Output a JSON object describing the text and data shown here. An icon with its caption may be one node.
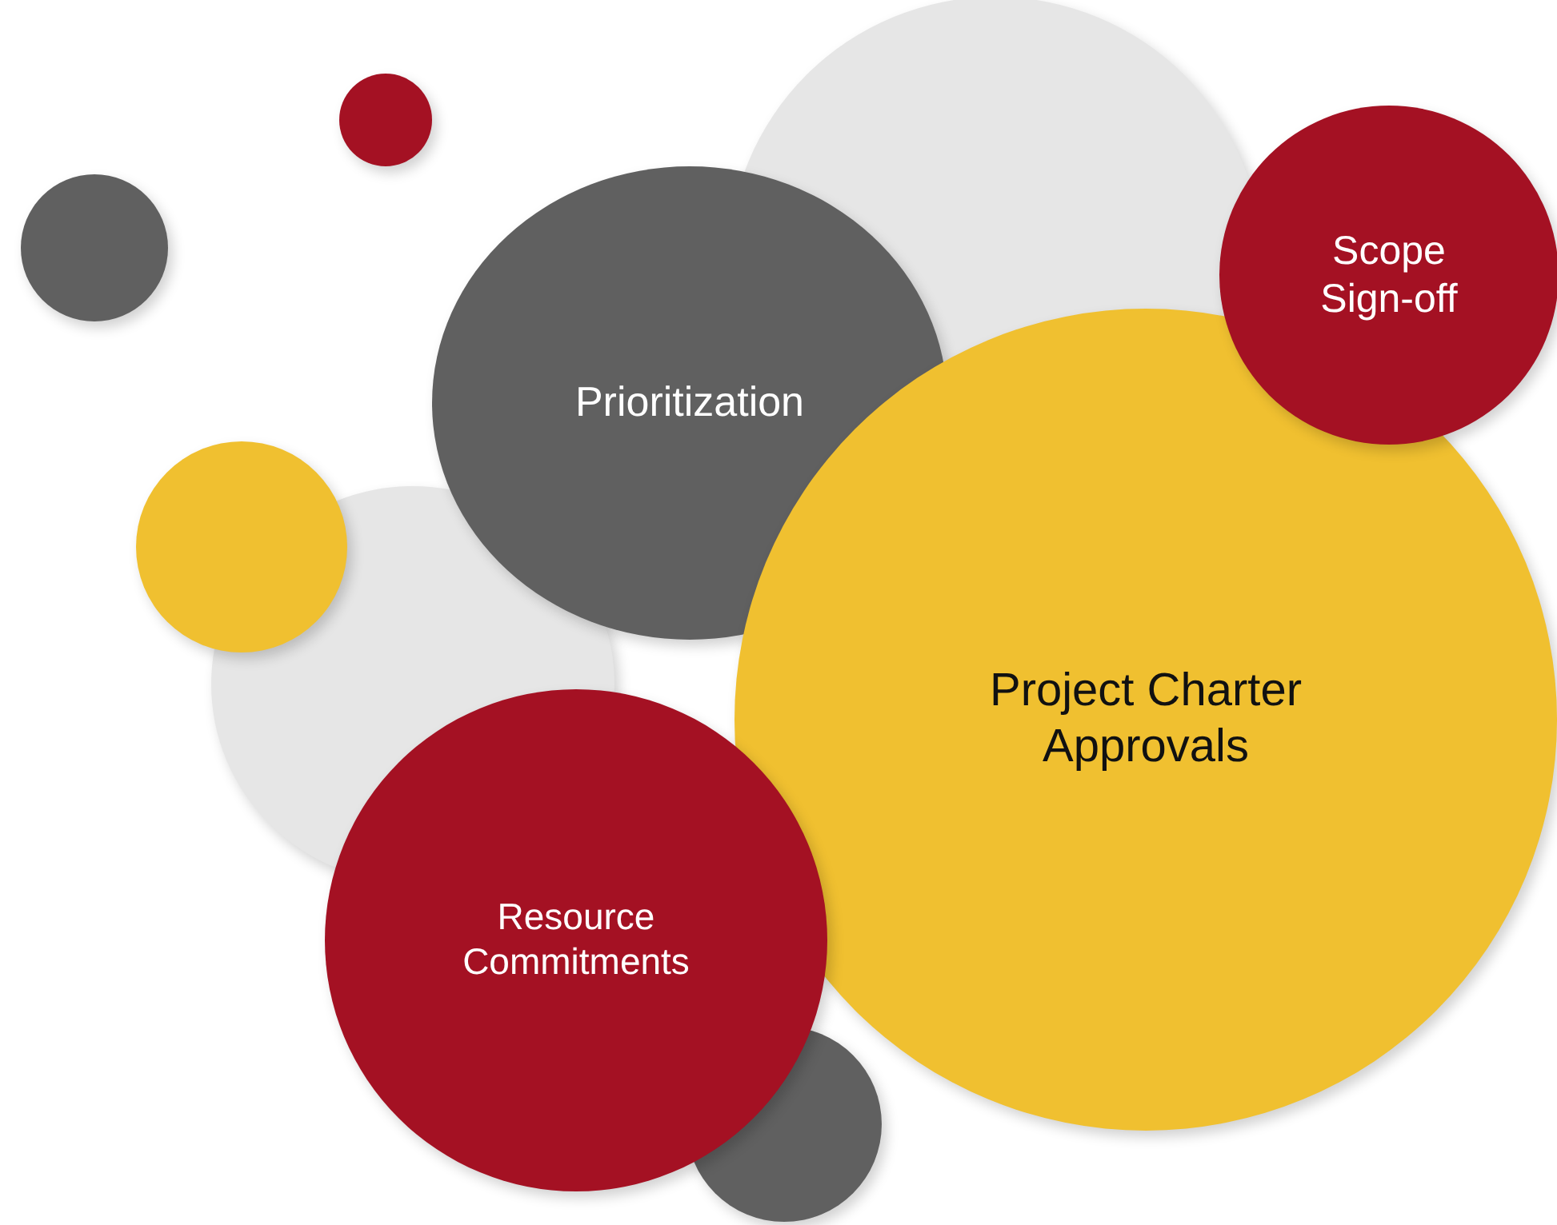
{
  "diagram": {
    "nodes": [
      {
        "text": [],
        "shape": "circle"
      },
      {
        "text": [],
        "shape": "circle"
      },
      {
        "text": [],
        "shape": "circle"
      },
      {
        "text": [
          "Scope Sign-off"
        ]
      },
      {
        "text": [
          "Prioritization"
        ]
      },
      {
        "text": [],
        "shape": "circle"
      },
      {
        "text": [],
        "shape": "circle"
      },
      {
        "text": [
          "Project Charter Approvals"
        ]
      },
      {
        "text": [
          "Resource Commitments"
        ]
      },
      {
        "text": [],
        "shape": "circle"
      }
    ]
  }
}
